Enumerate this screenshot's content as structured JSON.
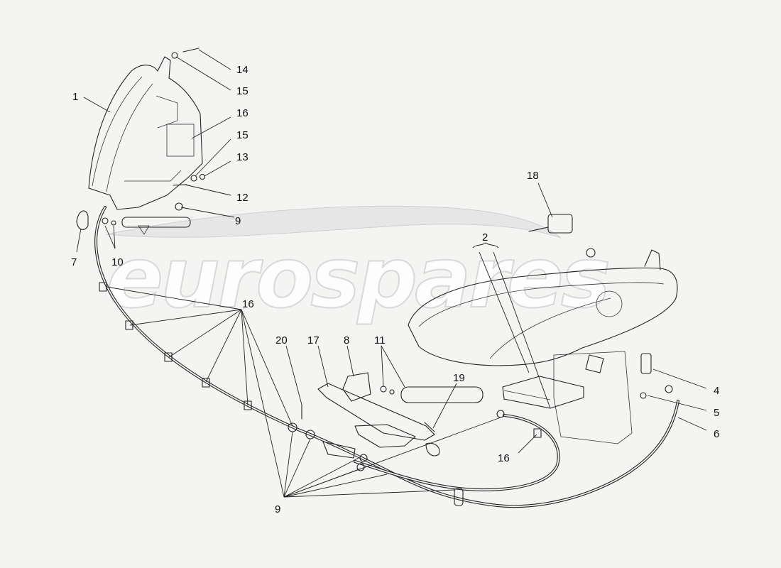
{
  "watermark": {
    "text": "eurospares"
  },
  "callouts": {
    "c1": "1",
    "c2": "2",
    "c4": "4",
    "c5": "5",
    "c6": "6",
    "c7": "7",
    "c8": "8",
    "c9a": "9",
    "c9b": "9",
    "c10": "10",
    "c11": "11",
    "c12": "12",
    "c13": "13",
    "c14": "14",
    "c15a": "15",
    "c15b": "15",
    "c16a": "16",
    "c16b": "16",
    "c16c": "16",
    "c17": "17",
    "c18": "18",
    "c19": "19",
    "c20": "20"
  },
  "colors": {
    "line": "#222222",
    "background": "#f4f4f2",
    "watermark_fill": "#ffffff"
  }
}
